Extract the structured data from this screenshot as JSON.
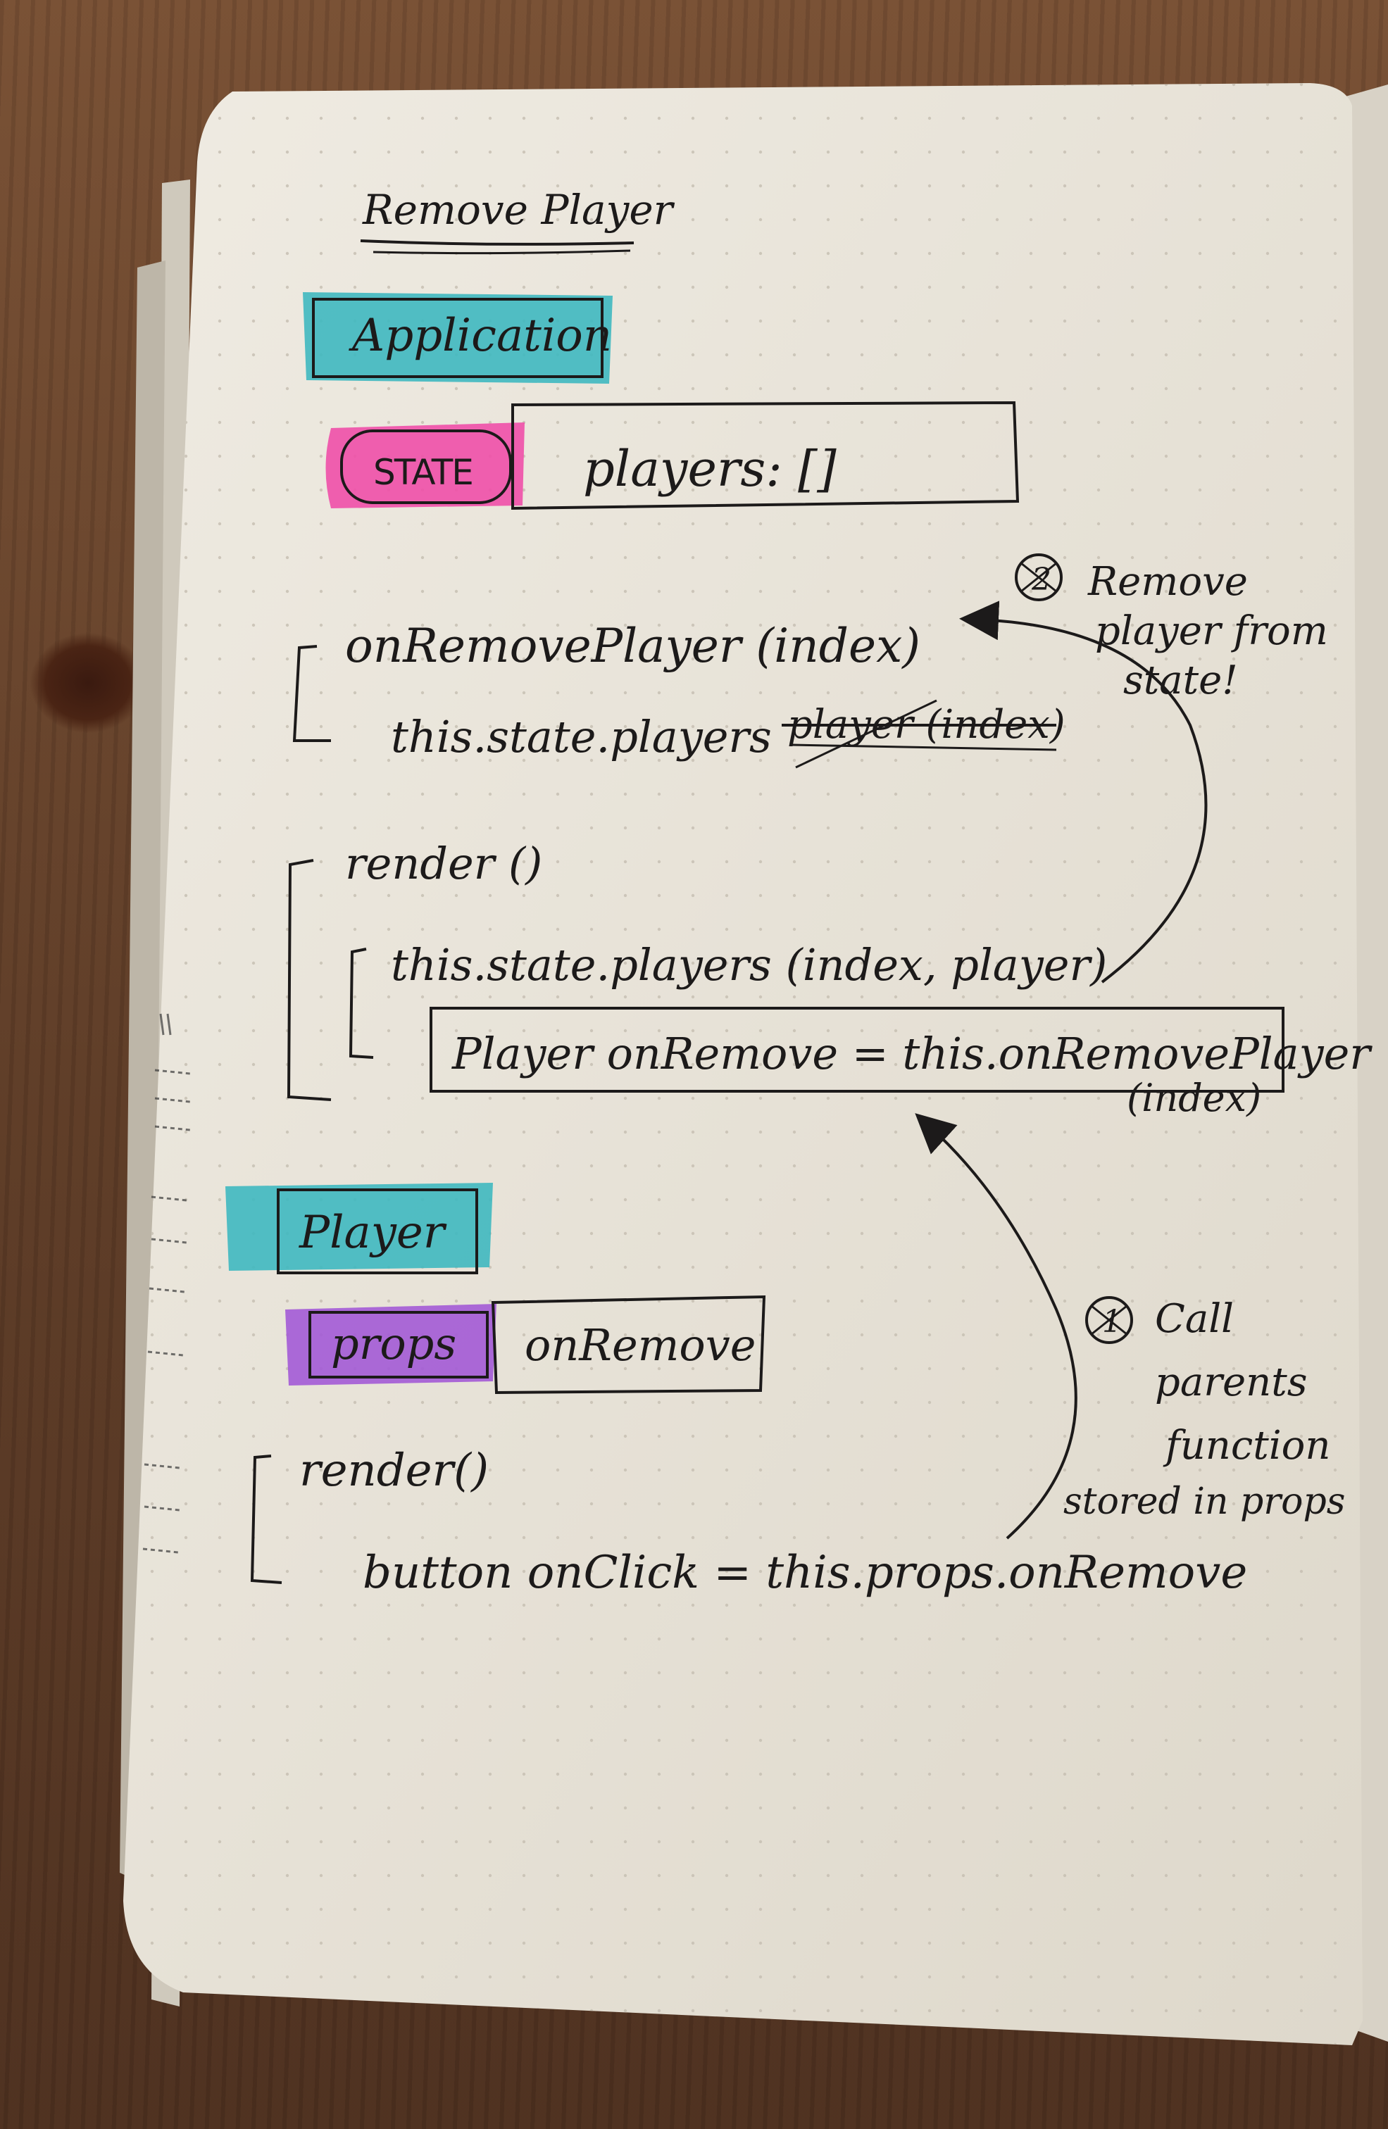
{
  "title": "Remove Player",
  "application": {
    "label": "Application",
    "state_badge": "STATE",
    "state_value": "players: []",
    "method": {
      "signature": "onRemovePlayer (index)",
      "body": "this.state.players",
      "struck_text": "player (index)"
    },
    "render": {
      "signature": "render ()",
      "loop": "this.state.players (index, player)",
      "element": "Player onRemove = this.onRemovePlayer",
      "element_suffix": "(index)"
    }
  },
  "player": {
    "label": "Player",
    "props_badge": "props",
    "props_value": "onRemove",
    "render": {
      "signature": "render()",
      "button": "button onClick = this.props.onRemove"
    }
  },
  "annotations": {
    "step2": {
      "marker": "2",
      "lines": [
        "Remove",
        "player from",
        "state!"
      ]
    },
    "step1": {
      "marker": "1",
      "lines": [
        "Call",
        "parents",
        "function",
        "stored in props"
      ]
    }
  },
  "colors": {
    "ink": "#1c1a1a",
    "paper": "#ece7dc",
    "teal": "#3fb8c0",
    "pink": "#ef4fa8",
    "purple": "#a35ad6"
  }
}
